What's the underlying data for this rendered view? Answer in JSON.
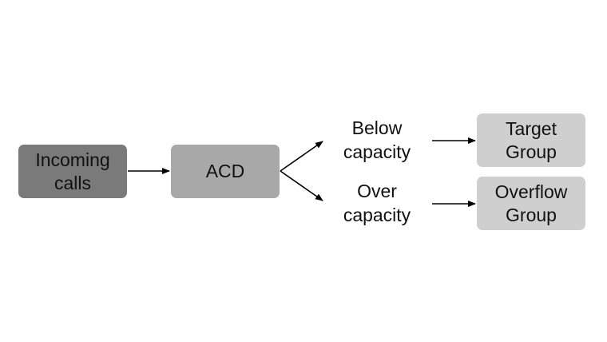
{
  "nodes": {
    "incoming": {
      "label": "Incoming\ncalls",
      "fill": "#7a7a7a"
    },
    "acd": {
      "label": "ACD",
      "fill": "#a8a8a8"
    },
    "below_capacity": {
      "label": "Below\ncapacity"
    },
    "over_capacity": {
      "label": "Over\ncapacity"
    },
    "target_group": {
      "label": "Target\nGroup",
      "fill": "#cfcfcf"
    },
    "overflow_group": {
      "label": "Overflow\nGroup",
      "fill": "#cfcfcf"
    }
  },
  "edges": [
    {
      "from": "incoming",
      "to": "acd"
    },
    {
      "from": "acd",
      "to": "below_capacity"
    },
    {
      "from": "acd",
      "to": "over_capacity"
    },
    {
      "from": "below_capacity",
      "to": "target_group"
    },
    {
      "from": "over_capacity",
      "to": "overflow_group"
    }
  ],
  "colors": {
    "arrow": "#000000",
    "text": "#111111"
  }
}
